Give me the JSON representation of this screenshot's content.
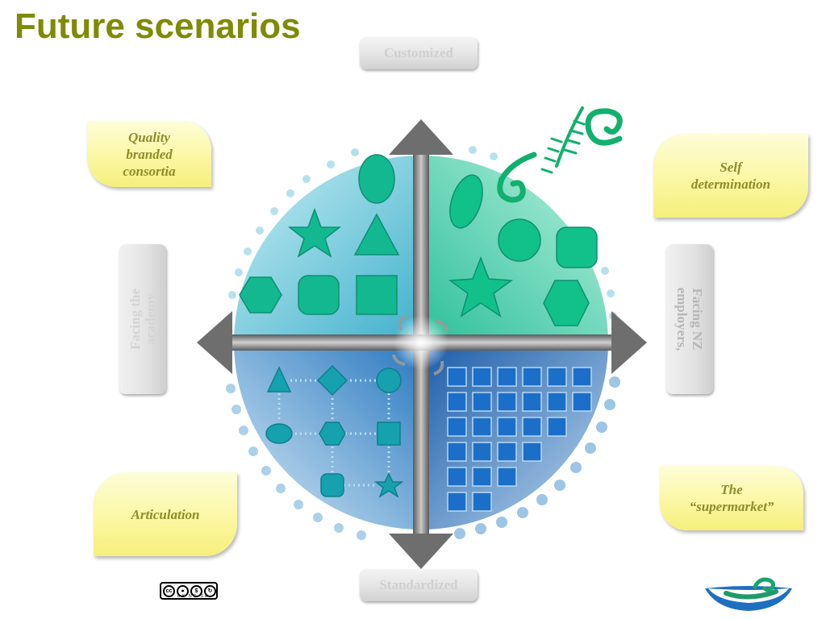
{
  "title": "Future scenarios",
  "axes": {
    "top": "Customized",
    "bottom": "Standardized",
    "left": "Facing the\nacademy",
    "right": "Facing NZ\nemployers,"
  },
  "quadrants": {
    "top_left": "Quality\nbranded\nconsortia",
    "top_right": "Self\ndetermination",
    "bottom_left": "Articulation",
    "bottom_right": "The\n“supermarket”"
  },
  "license": {
    "badge": "cc",
    "caption": "BY NC SA"
  },
  "icons": [
    "creative-commons-icon",
    "koru-fern-icon",
    "wave-logo-icon"
  ],
  "colors": {
    "title": "#7f8a06",
    "note_fill": "#fbf7a3",
    "note_text": "#8d8d2a",
    "axis_box_text": "#d0d0d0",
    "q_top_left": "#5fc3d6",
    "q_top_right": "#3fcfaa",
    "q_bottom_left": "#2f7fc4",
    "q_bottom_right": "#1f5fae",
    "shape_green": "#12b57f",
    "shape_teal": "#17a3b2",
    "shape_blue": "#1f6fc2"
  }
}
